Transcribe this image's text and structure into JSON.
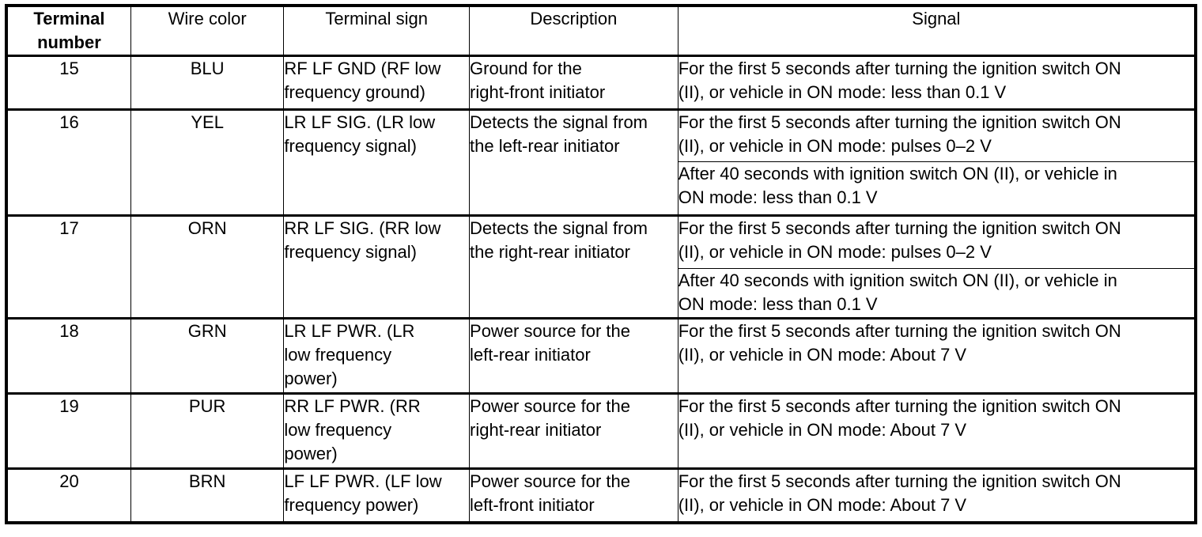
{
  "table": {
    "headers": [
      {
        "label": "Terminal\nnumber",
        "line1": "Terminal",
        "line2": "number",
        "bold": true
      },
      {
        "label": "Wire color",
        "bold": false
      },
      {
        "label": "Terminal sign",
        "bold": false
      },
      {
        "label": "Description",
        "bold": false
      },
      {
        "label": "Signal",
        "bold": false
      }
    ],
    "rows": [
      {
        "terminal_number": "15",
        "wire_color": "BLU",
        "terminal_sign": "RF LF GND (RF low frequency ground)",
        "terminal_sign_lines": [
          "RF LF GND (RF low",
          "frequency ground)"
        ],
        "description": "Ground for the right-front initiator",
        "description_lines": [
          "Ground for the",
          "right-front initiator"
        ],
        "signals": [
          {
            "text": "For the first 5 seconds after turning the ignition switch ON (II), or vehicle in ON mode: less than 0.1 V",
            "lines": [
              "For the first 5 seconds after turning the ignition switch ON",
              "(II), or vehicle in ON mode: less than 0.1 V"
            ]
          }
        ]
      },
      {
        "terminal_number": "16",
        "wire_color": "YEL",
        "terminal_sign": "LR LF SIG. (LR low frequency signal)",
        "terminal_sign_lines": [
          "LR LF SIG. (LR low",
          "frequency signal)"
        ],
        "description": "Detects the signal from the left-rear initiator",
        "description_lines": [
          "Detects the signal from",
          "the left-rear initiator"
        ],
        "signals": [
          {
            "text": "For the first 5 seconds after turning the ignition switch ON (II), or vehicle in ON mode: pulses 0–2 V",
            "lines": [
              "For the first 5 seconds after turning the ignition switch ON",
              "(II), or vehicle in ON mode: pulses 0–2 V"
            ]
          },
          {
            "text": "After 40 seconds with ignition switch ON (II), or vehicle in ON mode: less than 0.1 V",
            "lines": [
              "After 40 seconds with ignition switch ON (II), or vehicle in",
              "ON mode: less than 0.1 V"
            ]
          }
        ]
      },
      {
        "terminal_number": "17",
        "wire_color": "ORN",
        "terminal_sign": "RR LF SIG. (RR low frequency signal)",
        "terminal_sign_lines": [
          "RR LF SIG. (RR low",
          "frequency signal)"
        ],
        "description": "Detects the signal from the right-rear initiator",
        "description_lines": [
          "Detects the signal from",
          "the right-rear initiator"
        ],
        "signals": [
          {
            "text": "For the first 5 seconds after turning the ignition switch ON (II), or vehicle in ON mode: pulses 0–2 V",
            "lines": [
              "For the first 5 seconds after turning the ignition switch ON",
              "(II), or vehicle in ON mode: pulses 0–2 V"
            ]
          },
          {
            "text": "After 40 seconds with ignition switch ON (II), or vehicle in ON mode: less than 0.1 V",
            "lines": [
              "After 40 seconds with ignition switch ON (II), or vehicle in",
              "ON mode: less than 0.1 V"
            ]
          }
        ]
      },
      {
        "terminal_number": "18",
        "wire_color": "GRN",
        "terminal_sign": "LR LF PWR. (LR low frequency power)",
        "terminal_sign_lines": [
          "LR LF PWR. (LR",
          "low frequency",
          "power)"
        ],
        "description": "Power source for the left-rear initiator",
        "description_lines": [
          "Power source for the",
          "left-rear initiator"
        ],
        "signals": [
          {
            "text": "For the first 5 seconds after turning the ignition switch ON (II), or vehicle in ON mode: About 7 V",
            "lines": [
              "For the first 5 seconds after turning the ignition switch ON",
              "(II), or vehicle in ON mode: About 7 V"
            ]
          }
        ]
      },
      {
        "terminal_number": "19",
        "wire_color": "PUR",
        "terminal_sign": "RR LF PWR. (RR low frequency power)",
        "terminal_sign_lines": [
          "RR LF PWR. (RR",
          "low frequency",
          "power)"
        ],
        "description": "Power source for the right-rear initiator",
        "description_lines": [
          "Power source for the",
          "right-rear initiator"
        ],
        "signals": [
          {
            "text": "For the first 5 seconds after turning the ignition switch ON (II), or vehicle in ON mode: About 7 V",
            "lines": [
              "For the first 5 seconds after turning the ignition switch ON",
              "(II), or vehicle in ON mode: About 7 V"
            ]
          }
        ]
      },
      {
        "terminal_number": "20",
        "wire_color": "BRN",
        "terminal_sign": "LF LF PWR. (LF low frequency power)",
        "terminal_sign_lines": [
          "LF LF PWR. (LF low",
          "frequency power)"
        ],
        "description": "Power source for the left-front initiator",
        "description_lines": [
          "Power source for the",
          "left-front initiator"
        ],
        "signals": [
          {
            "text": "For the first 5 seconds after turning the ignition switch ON (II), or vehicle in ON mode: About 7 V",
            "lines": [
              "For the first 5 seconds after turning the ignition switch ON",
              "(II), or vehicle in ON mode: About 7 V"
            ]
          }
        ]
      }
    ]
  },
  "colors": {
    "border": "#000000",
    "text": "#000000",
    "background": "#ffffff"
  }
}
